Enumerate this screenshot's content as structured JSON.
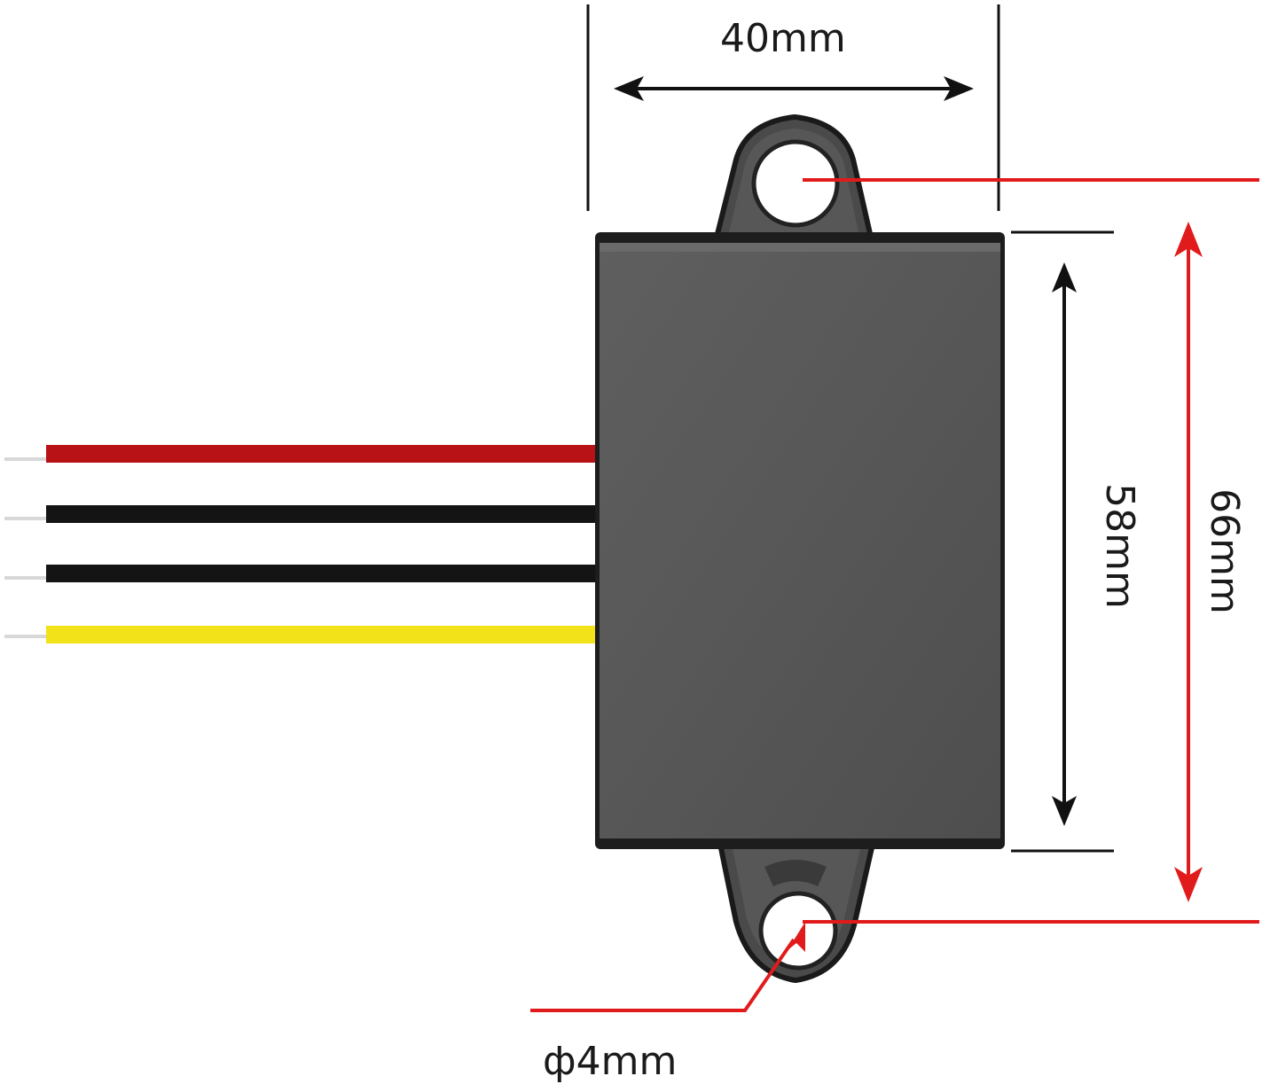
{
  "dimensions": {
    "width_label": "40mm",
    "body_height_label": "58mm",
    "total_height_label": "66mm",
    "hole_diameter_label": "ф4mm"
  },
  "wires": [
    {
      "name": "red",
      "color": "#b81217"
    },
    {
      "name": "black",
      "color": "#141414"
    },
    {
      "name": "black",
      "color": "#141414"
    },
    {
      "name": "yellow",
      "color": "#f2e21a"
    }
  ],
  "colors": {
    "module_body": "#5b5b5b",
    "module_edge": "#1d1d1d",
    "dimension_lines": "#111111",
    "highlight_lines": "#e11b1b"
  }
}
